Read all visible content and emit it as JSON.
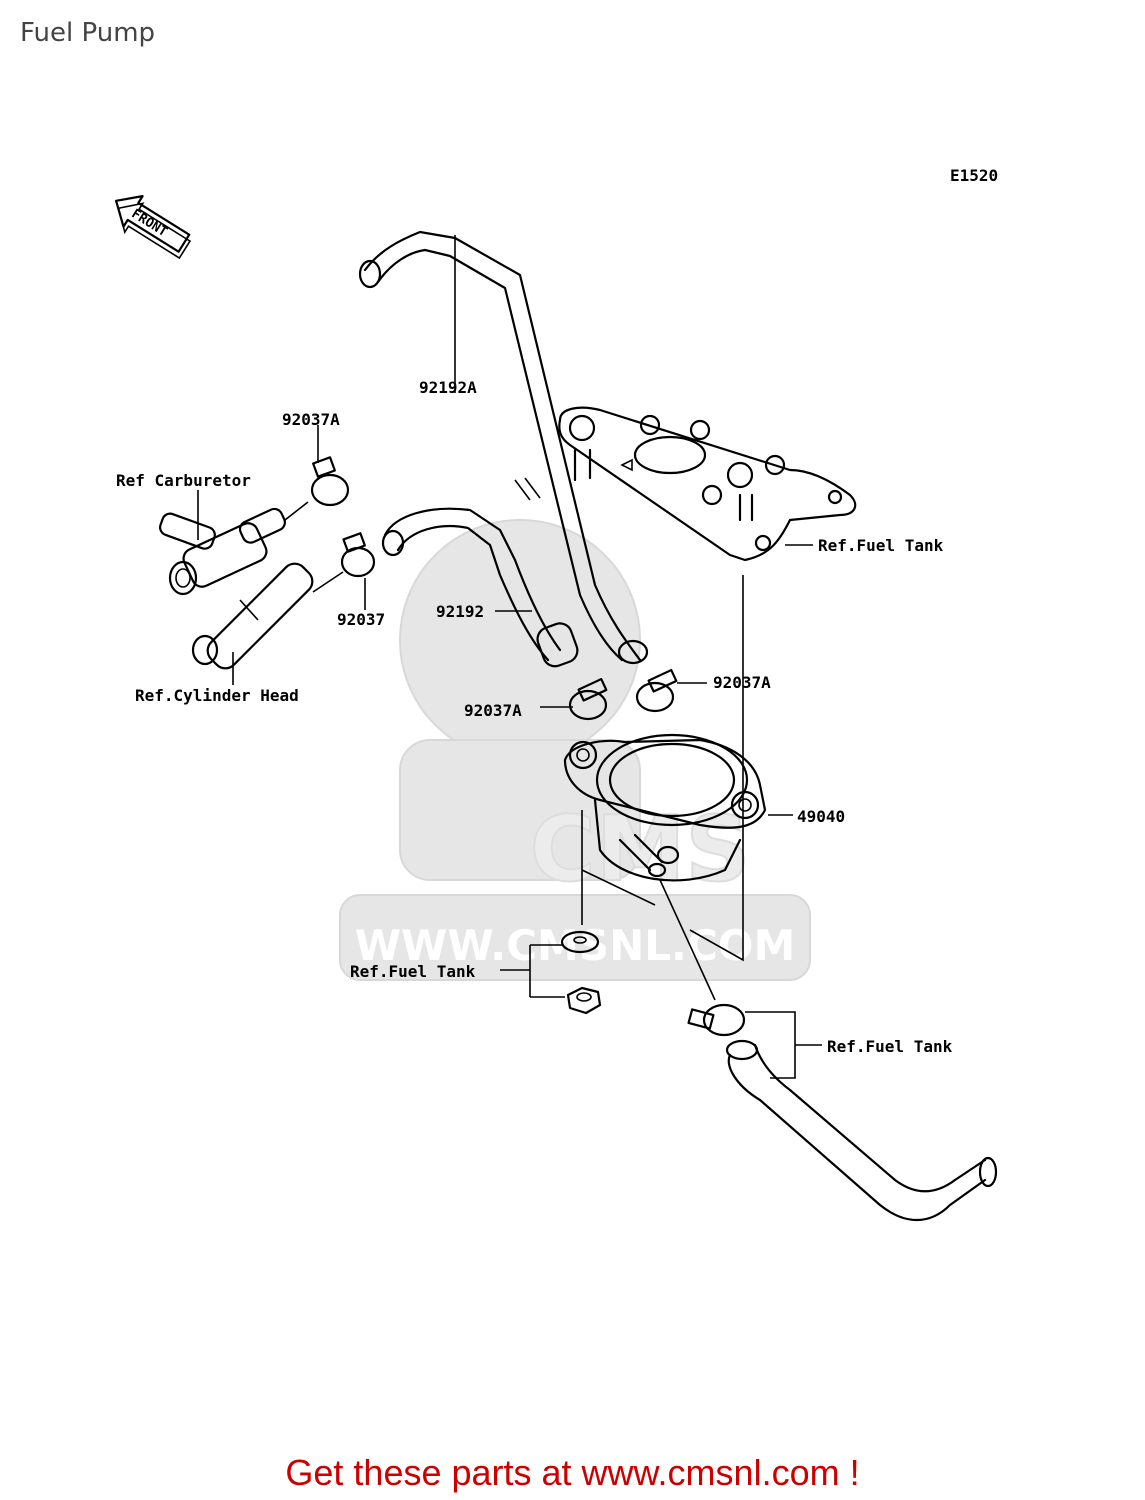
{
  "header": {
    "title": "Fuel Pump"
  },
  "diagram": {
    "code": "E1520",
    "front_label": "FRONT",
    "watermark_text": "WWW.CMSNL.COM",
    "watermark_logo": "CMS",
    "callouts": {
      "p92192a": "92192A",
      "p92037a_top": "92037A",
      "ref_carburetor": "Ref Carburetor",
      "p92037": "92037",
      "p92192": "92192",
      "ref_cylinder_head": "Ref.Cylinder Head",
      "ref_fuel_tank_top": "Ref.Fuel Tank",
      "p92037a_right": "92037A",
      "p92037a_mid": "92037A",
      "p49040": "49040",
      "ref_fuel_tank_left": "Ref.Fuel Tank",
      "ref_fuel_tank_bottom": "Ref.Fuel Tank"
    }
  },
  "footer": {
    "promo": "Get these parts at www.cmsnl.com !"
  }
}
